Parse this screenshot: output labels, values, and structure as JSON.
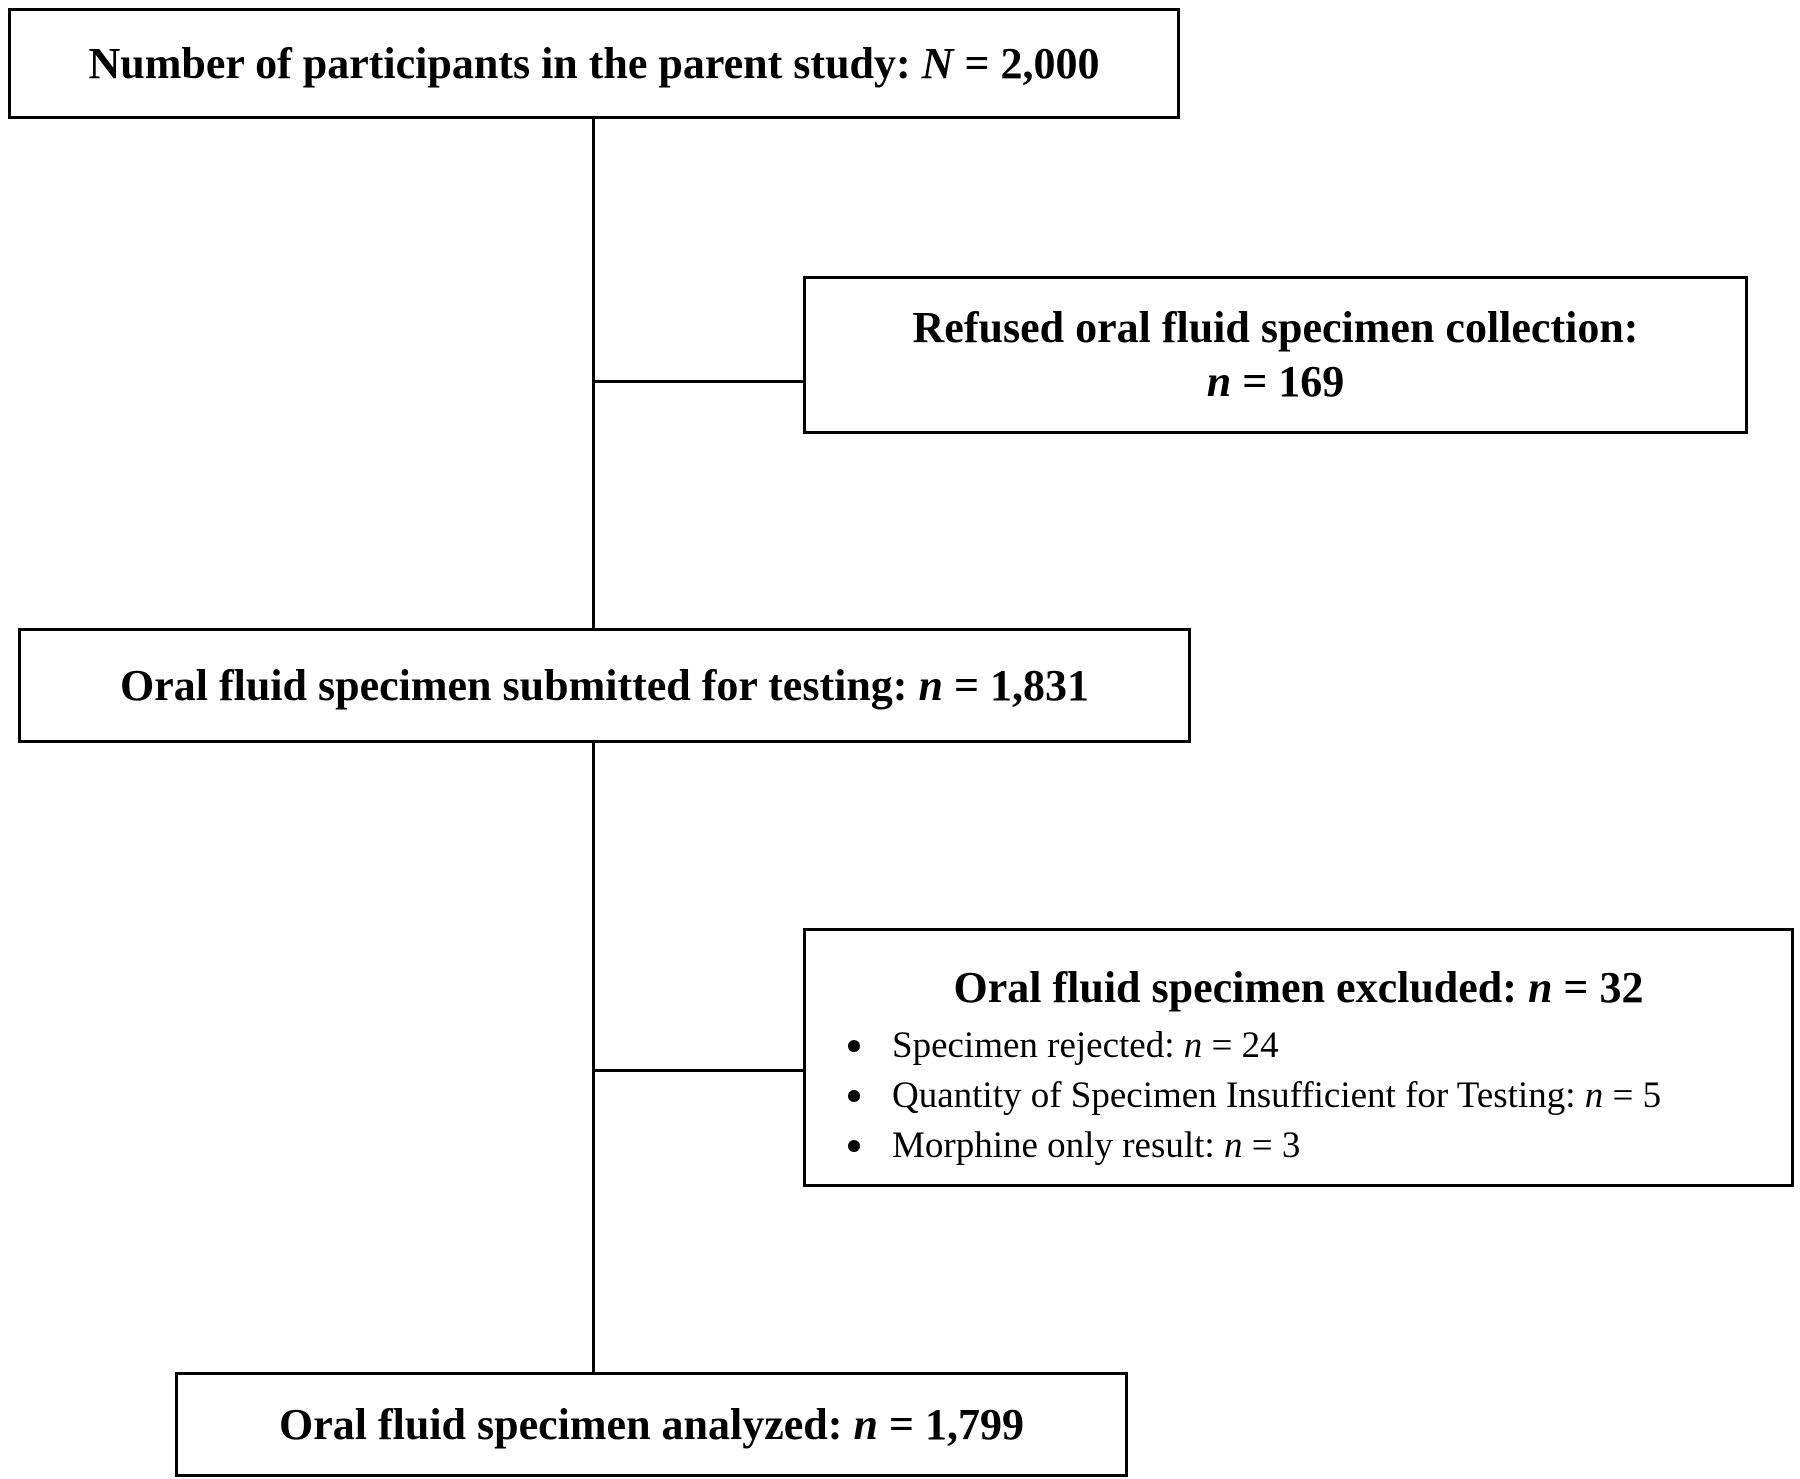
{
  "boxes": {
    "parent": {
      "label": "Number of participants in the parent study:",
      "n_symbol": "N",
      "equals": "=",
      "value": "2,000"
    },
    "refused": {
      "label": "Refused oral fluid specimen collection:",
      "n_symbol": "n",
      "equals": "=",
      "value": "169"
    },
    "submitted": {
      "label": "Oral fluid specimen submitted for testing:",
      "n_symbol": "n",
      "equals": "=",
      "value": "1,831"
    },
    "excluded": {
      "label": "Oral fluid specimen excluded:",
      "n_symbol": "n",
      "equals": "=",
      "value": "32",
      "reasons": [
        {
          "label": "Specimen rejected:",
          "n_symbol": "n",
          "equals": "=",
          "value": "24"
        },
        {
          "label": "Quantity of Specimen Insufficient for Testing:",
          "n_symbol": "n",
          "equals": "=",
          "value": "5"
        },
        {
          "label": "Morphine only result:",
          "n_symbol": "n",
          "equals": "=",
          "value": "3"
        }
      ]
    },
    "analyzed": {
      "label": "Oral fluid specimen analyzed:",
      "n_symbol": "n",
      "equals": "=",
      "value": "1,799"
    }
  }
}
